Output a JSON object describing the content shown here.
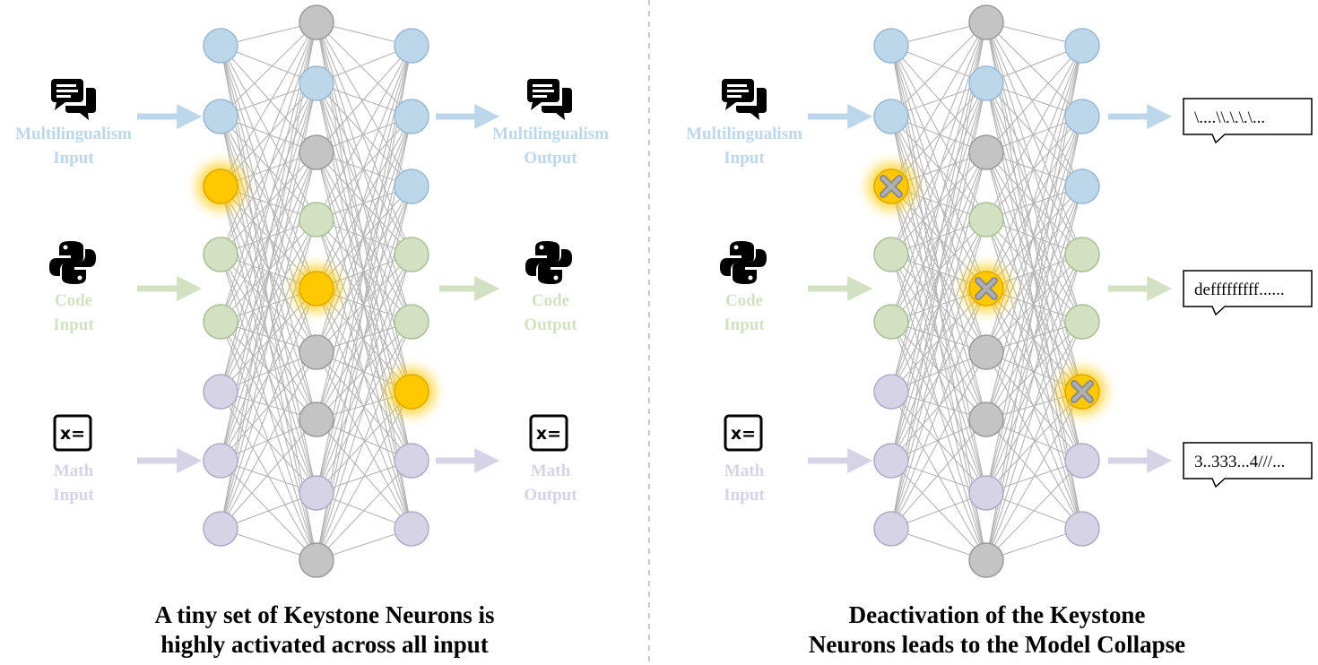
{
  "colors": {
    "blue_node": "#bcd7ea",
    "blue_stroke": "#9ab8d2",
    "green_node": "#d2e1c1",
    "green_stroke": "#a9bf96",
    "purple_node": "#d6d3e6",
    "purple_stroke": "#b0aac8",
    "gray_node": "#c4c4c4",
    "gray_stroke": "#9a9a9a",
    "keystone": "#ffc800",
    "edge": "#b4b4b4",
    "divider": "#b5b5b5"
  },
  "left_panel": {
    "inputs": [
      {
        "line1": "Multilingualism",
        "line2": "Input",
        "icon": "chat-bubble-icon",
        "color": "blue"
      },
      {
        "line1": "Code",
        "line2": "Input",
        "icon": "python-logo-icon",
        "color": "green"
      },
      {
        "line1": "Math",
        "line2": "Input",
        "icon": "math-equation-icon",
        "color": "purple"
      }
    ],
    "outputs": [
      {
        "line1": "Multilingualism",
        "line2": "Output",
        "icon": "chat-bubble-icon",
        "color": "blue"
      },
      {
        "line1": "Code",
        "line2": "Output",
        "icon": "python-logo-icon",
        "color": "green"
      },
      {
        "line1": "Math",
        "line2": "Output",
        "icon": "math-equation-icon",
        "color": "purple"
      }
    ],
    "caption_line1": "A tiny set of Keystone Neurons is",
    "caption_line2": "highly activated across all input"
  },
  "right_panel": {
    "inputs": [
      {
        "line1": "Multilingualism",
        "line2": "Input",
        "icon": "chat-bubble-icon",
        "color": "blue"
      },
      {
        "line1": "Code",
        "line2": "Input",
        "icon": "python-logo-icon",
        "color": "green"
      },
      {
        "line1": "Math",
        "line2": "Input",
        "icon": "math-equation-icon",
        "color": "purple"
      }
    ],
    "outputs": [
      {
        "text": "\\....\\\\.\\.\\.\\...",
        "color": "blue"
      },
      {
        "text": "defffffffff......",
        "color": "green"
      },
      {
        "text": "3..333...4///...",
        "color": "purple"
      }
    ],
    "caption_line1": "Deactivation of the Keystone",
    "caption_line2": "Neurons leads to the Model Collapse"
  },
  "math_icon_text": "x=",
  "network": {
    "layer1": [
      "blue",
      "blue",
      "keystone",
      "green",
      "green",
      "purple",
      "purple",
      "purple"
    ],
    "layer2": [
      "gray",
      "blue",
      "gray",
      "green",
      "keystone",
      "gray",
      "gray",
      "purple",
      "gray"
    ],
    "layer3": [
      "blue",
      "blue",
      "blue",
      "green",
      "green",
      "keystone",
      "purple",
      "purple"
    ]
  }
}
